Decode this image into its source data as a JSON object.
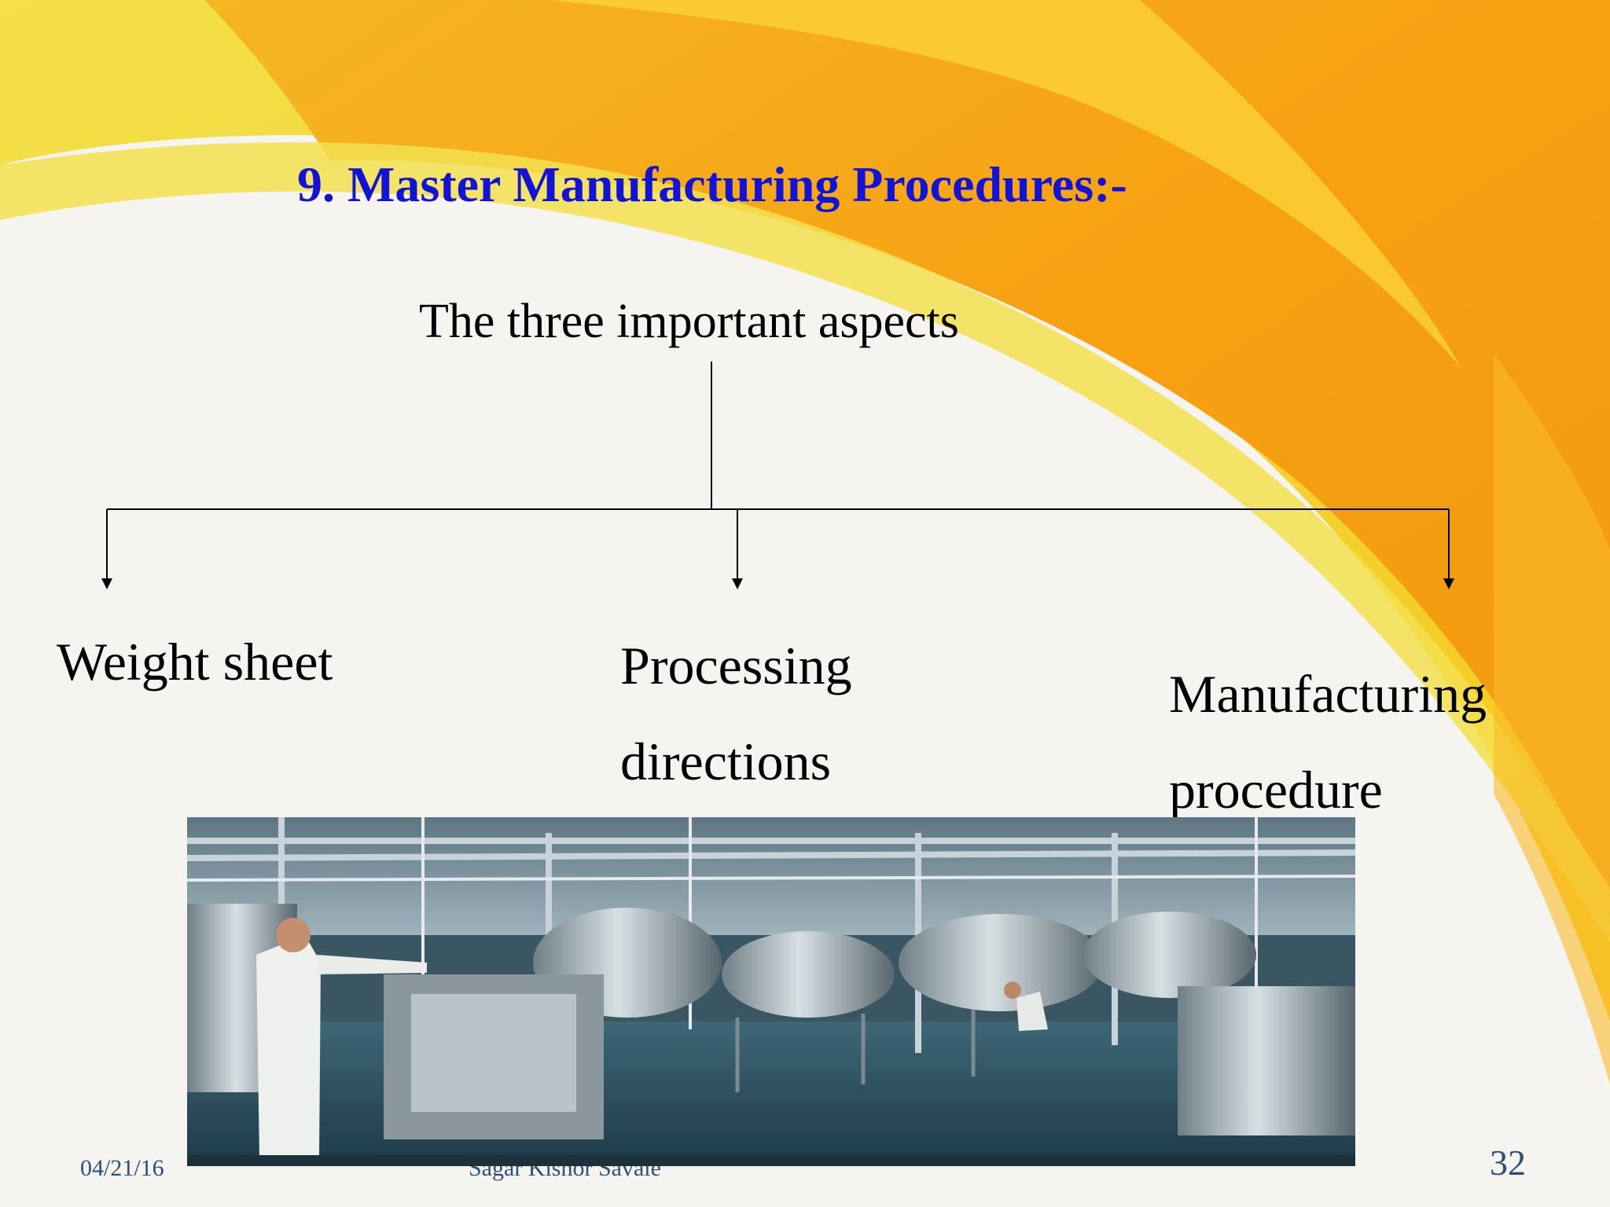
{
  "slide": {
    "title": "9. Master Manufacturing Procedures:-",
    "subtitle": "The three important aspects",
    "aspects": [
      {
        "line1": "Weight sheet",
        "line2": ""
      },
      {
        "line1": "Processing",
        "line2": "directions"
      },
      {
        "line1": "Manufacturing",
        "line2": "procedure"
      }
    ],
    "photo_description": "pharmaceutical manufacturing plant with workers and steel vessels"
  },
  "footer": {
    "date": "04/21/16",
    "author": "Sagar Kishor Savale",
    "page_number": "32"
  },
  "colors": {
    "title": "#1313d6",
    "text": "#000000",
    "footer": "#2d4f7a",
    "swoosh_orange": "#f7a315",
    "swoosh_yellow": "#f6d61e"
  }
}
